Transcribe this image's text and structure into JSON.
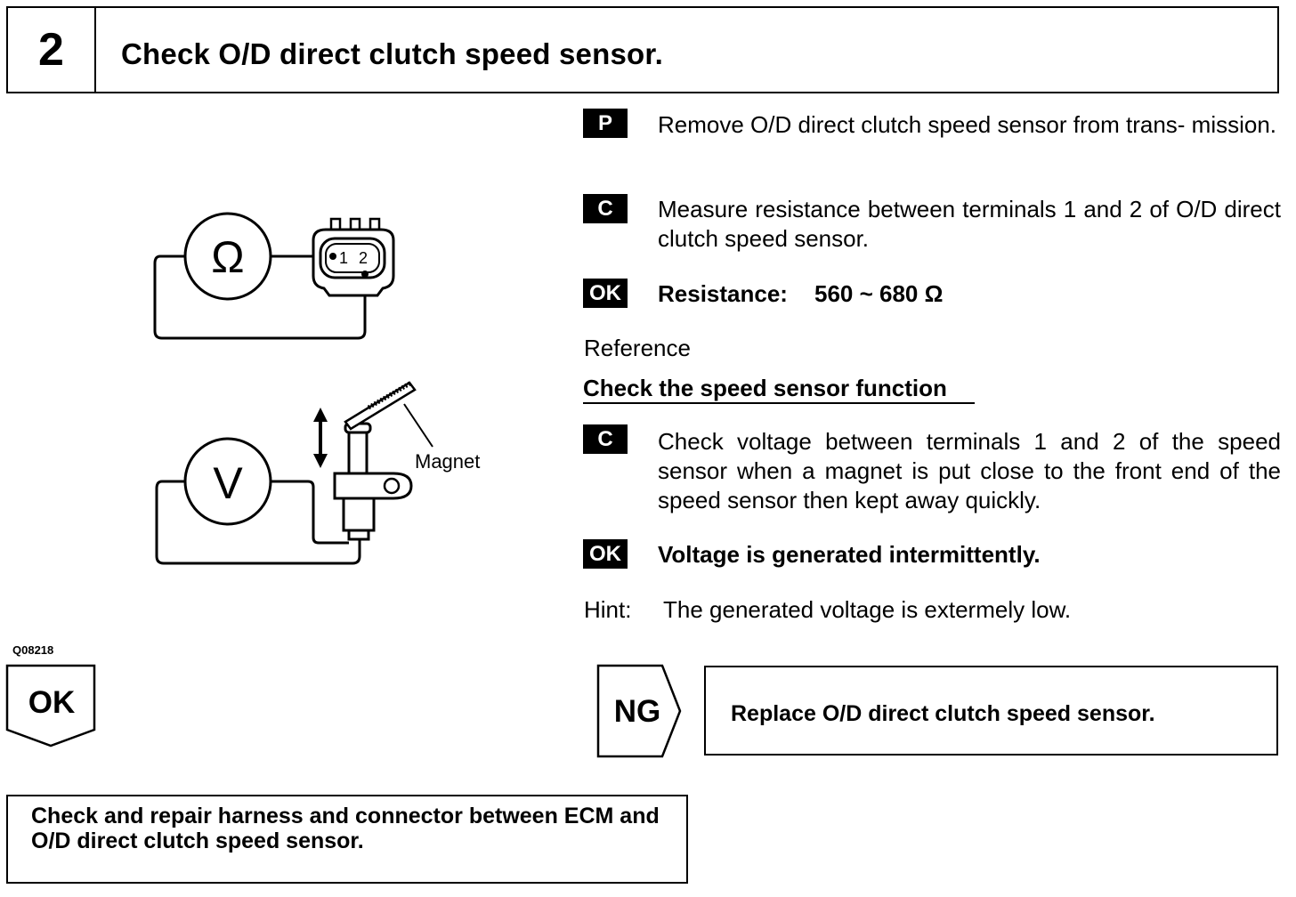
{
  "step": {
    "number": "2",
    "title": "Check O/D direct clutch speed sensor."
  },
  "instructions": [
    {
      "badge": "P",
      "text": "Remove O/D direct clutch speed sensor from trans- mission."
    },
    {
      "badge": "C",
      "text": "Measure resistance between terminals 1 and 2 of O/D direct clutch speed sensor."
    },
    {
      "badge": "OK",
      "label": "Resistance:",
      "value": "560 ~ 680 Ω"
    }
  ],
  "reference": {
    "label": "Reference",
    "heading": "Check the speed sensor function",
    "check": {
      "badge": "C",
      "text": "Check voltage between terminals 1 and 2 of the speed sensor when a magnet is put close to the front end of the speed sensor then kept away quickly."
    },
    "ok": {
      "badge": "OK",
      "text": "Voltage is generated intermittently."
    },
    "hint": {
      "label": "Hint:",
      "text": "The generated voltage is extermely low."
    }
  },
  "diagram": {
    "ohm_symbol": "Ω",
    "volt_symbol": "V",
    "terminal_1": "1",
    "terminal_2": "2",
    "magnet_label": "Magnet",
    "figure_id": "Q08218"
  },
  "flow": {
    "ok_label": "OK",
    "ng_label": "NG",
    "ng_action": "Replace O/D direct clutch speed sensor.",
    "ok_action": "Check and repair harness and connector between ECM and O/D direct clutch speed sensor."
  }
}
